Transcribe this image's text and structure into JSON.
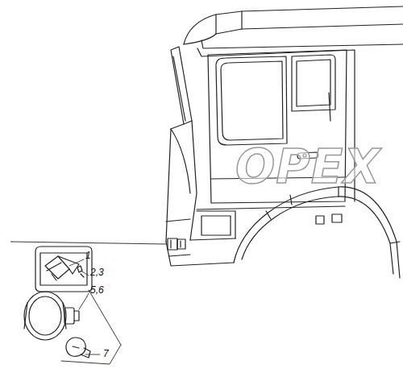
{
  "diagram": {
    "labels": [
      "OPEX",
      "1",
      "2,3",
      "5,6",
      "7"
    ]
  }
}
